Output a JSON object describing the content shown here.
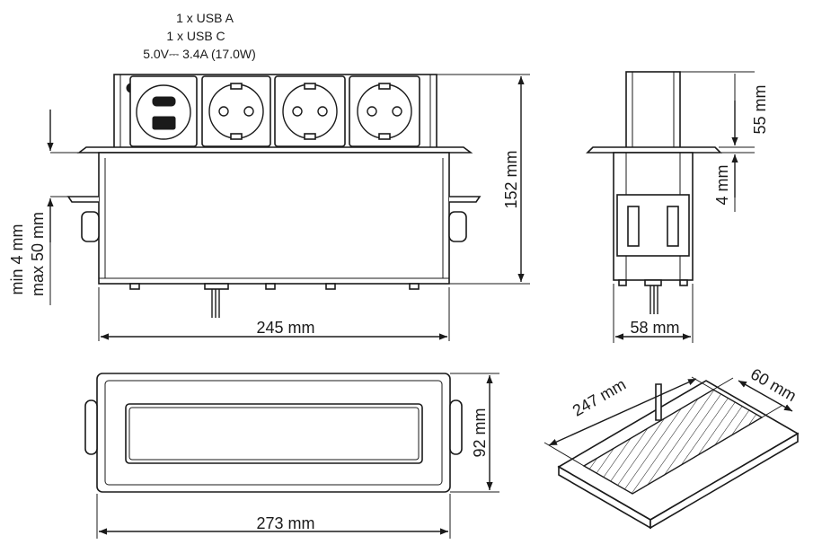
{
  "spec": {
    "line1": "1 x USB  A",
    "line2": "1 x USB C",
    "line3": "5.0V⎓ 3.4A (17.0W)"
  },
  "dimensions": {
    "height_total": "152 mm",
    "depth_top": "55 mm",
    "flange": "4 mm",
    "depth_width": "58 mm",
    "width_front": "245 mm",
    "min_thickness": "min 4 mm",
    "max_thickness": "max 50 mm",
    "width_top": "273 mm",
    "depth_top_view": "92 mm",
    "cutout_length": "247 mm",
    "cutout_width": "60 mm"
  }
}
